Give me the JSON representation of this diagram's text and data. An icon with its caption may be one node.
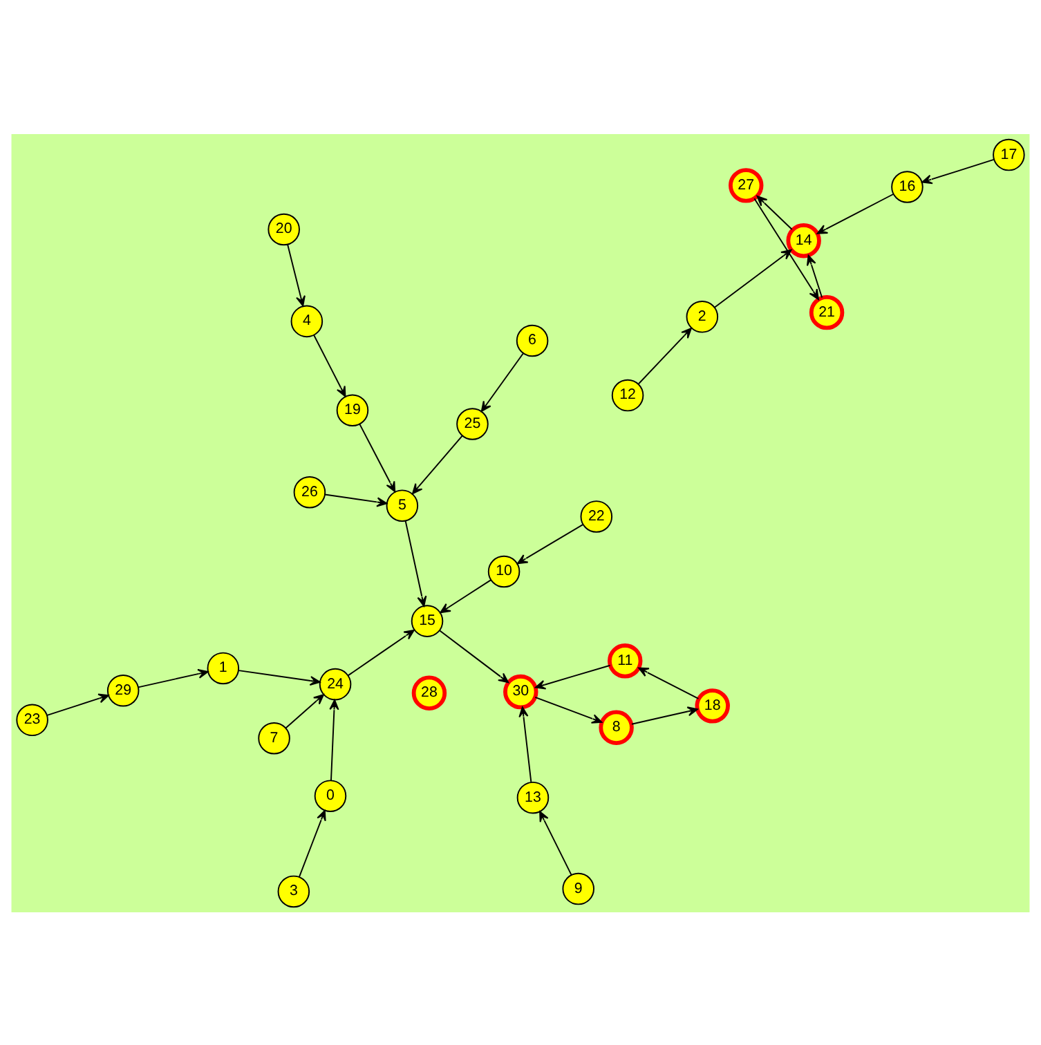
{
  "diagram": {
    "nodes": [
      {
        "text": [
          "26"
        ]
      },
      {
        "text": [
          "6"
        ]
      },
      {
        "text": [
          "25"
        ]
      },
      {
        "text": [
          "5"
        ]
      },
      {
        "text": [
          "22"
        ]
      },
      {
        "text": [
          "10"
        ]
      },
      {
        "text": [
          "13"
        ]
      },
      {
        "text": [
          "30"
        ]
      },
      {
        "text": [
          "15"
        ]
      },
      {
        "text": [
          "7"
        ]
      },
      {
        "text": [
          "11"
        ]
      },
      {
        "text": [
          "24"
        ]
      },
      {
        "text": [
          "8"
        ]
      },
      {
        "text": [
          "18"
        ]
      },
      {
        "text": [
          "19"
        ]
      },
      {
        "text": [
          "9"
        ]
      },
      {
        "text": [
          "0"
        ]
      },
      {
        "text": [
          "1"
        ]
      },
      {
        "text": [
          "4"
        ]
      },
      {
        "text": [
          "29"
        ]
      },
      {
        "text": [
          "3"
        ]
      },
      {
        "text": [
          "23"
        ]
      },
      {
        "text": [
          "20"
        ]
      },
      {
        "text": [
          "28"
        ]
      },
      {
        "text": [
          "27"
        ]
      },
      {
        "text": [
          "17"
        ]
      },
      {
        "text": [
          "21"
        ]
      },
      {
        "text": [
          "14"
        ]
      },
      {
        "text": [
          "16"
        ]
      },
      {
        "text": [
          "2"
        ]
      },
      {
        "text": [
          "12"
        ]
      }
    ],
    "edges": [
      {
        "from": 0,
        "to": 3,
        "arrow": "to"
      },
      {
        "from": 1,
        "to": 2,
        "arrow": "to"
      },
      {
        "from": 2,
        "to": 3,
        "arrow": "to"
      },
      {
        "from": 3,
        "to": 8,
        "arrow": "to"
      },
      {
        "from": 4,
        "to": 5,
        "arrow": "to"
      },
      {
        "from": 5,
        "to": 8,
        "arrow": "to"
      },
      {
        "from": 6,
        "to": 7,
        "arrow": "to"
      },
      {
        "from": 8,
        "to": 7,
        "arrow": "to"
      },
      {
        "from": 10,
        "to": 7,
        "arrow": "to"
      },
      {
        "from": 7,
        "to": 12,
        "arrow": "to"
      },
      {
        "from": 12,
        "to": 13,
        "arrow": "to"
      },
      {
        "from": 13,
        "to": 10,
        "arrow": "to"
      },
      {
        "from": 11,
        "to": 8,
        "arrow": "to"
      },
      {
        "from": 9,
        "to": 11,
        "arrow": "to"
      },
      {
        "from": 17,
        "to": 11,
        "arrow": "to"
      },
      {
        "from": 16,
        "to": 11,
        "arrow": "to"
      },
      {
        "from": 20,
        "to": 16,
        "arrow": "to"
      },
      {
        "from": 19,
        "to": 17,
        "arrow": "to"
      },
      {
        "from": 21,
        "to": 19,
        "arrow": "to"
      },
      {
        "from": 14,
        "to": 3,
        "arrow": "to"
      },
      {
        "from": 18,
        "to": 14,
        "arrow": "to"
      },
      {
        "from": 22,
        "to": 18,
        "arrow": "to"
      },
      {
        "from": 15,
        "to": 6,
        "arrow": "to"
      },
      {
        "from": 24,
        "to": 26,
        "arrow": "to"
      },
      {
        "from": 26,
        "to": 27,
        "arrow": "to"
      },
      {
        "from": 27,
        "to": 24,
        "arrow": "to"
      },
      {
        "from": 28,
        "to": 27,
        "arrow": "to"
      },
      {
        "from": 25,
        "to": 28,
        "arrow": "to"
      },
      {
        "from": 29,
        "to": 27,
        "arrow": "to"
      },
      {
        "from": 30,
        "to": 29,
        "arrow": "to"
      }
    ]
  }
}
